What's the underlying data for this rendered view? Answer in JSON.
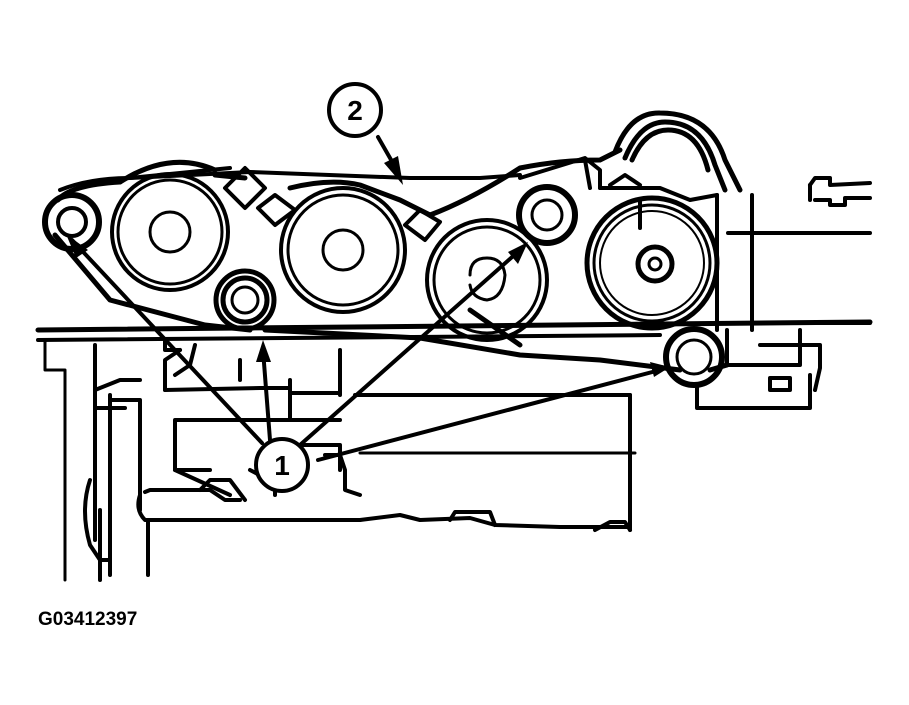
{
  "figure": {
    "code": "G03412397",
    "description": "Accessory drive belt routing diagram",
    "colors": {
      "line": "#000000",
      "background": "#ffffff"
    }
  },
  "callouts": [
    {
      "number": "1",
      "label": "1",
      "meaning": "idler/tensioner pulley bolts",
      "targets": 4
    },
    {
      "number": "2",
      "label": "2",
      "meaning": "drive belt",
      "targets": 1
    }
  ],
  "pulleys": [
    {
      "id": "idler-left",
      "type": "small"
    },
    {
      "id": "pulley-a",
      "type": "large"
    },
    {
      "id": "idler-lower-center",
      "type": "small"
    },
    {
      "id": "pulley-b",
      "type": "large"
    },
    {
      "id": "pulley-c",
      "type": "large"
    },
    {
      "id": "idler-upper-right",
      "type": "small"
    },
    {
      "id": "pulley-d",
      "type": "large"
    },
    {
      "id": "idler-lower-right",
      "type": "small"
    }
  ]
}
